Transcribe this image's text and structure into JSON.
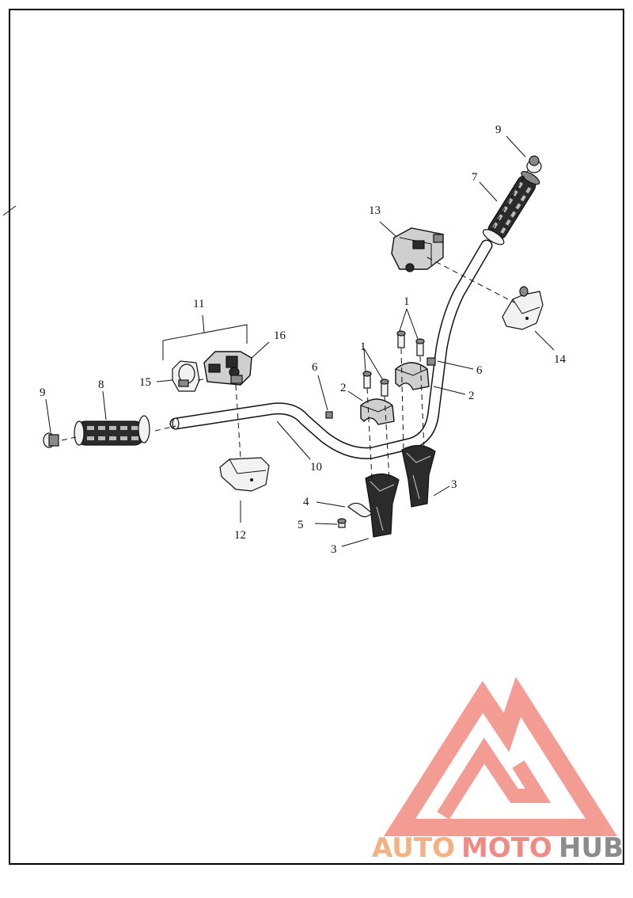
{
  "diagram": {
    "callouts": {
      "c1a": "1",
      "c1b": "1",
      "c2a": "2",
      "c2b": "2",
      "c3a": "3",
      "c3b": "3",
      "c4": "4",
      "c5": "5",
      "c6a": "6",
      "c6b": "6",
      "c7": "7",
      "c8": "8",
      "c9a": "9",
      "c9b": "9",
      "c10": "10",
      "c11": "11",
      "c12": "12",
      "c13": "13",
      "c14": "14",
      "c15": "15",
      "c16": "16"
    }
  },
  "watermark": {
    "word_a": "AUTO",
    "word_b": "MOTO",
    "word_c": "HUB",
    "color_a": "#f4b183",
    "color_b": "#f08a84",
    "color_c": "#8c8c8c",
    "logo_color": "#f28b82"
  }
}
